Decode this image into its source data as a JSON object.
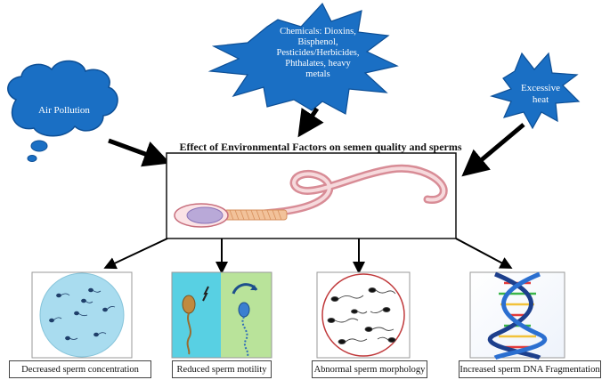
{
  "center": {
    "title": "Effect of Environmental Factors on semen quality and sperms"
  },
  "factors": {
    "air": {
      "label": "Air Pollution",
      "color": "#1a6fc4"
    },
    "chemicals": {
      "lines": [
        "Chemicals: Dioxins,",
        "Bisphenol,",
        "Pesticides/Herbicides,",
        "Phthalates, heavy",
        "metals"
      ],
      "color": "#1a6fc4"
    },
    "heat": {
      "lines": [
        "Excessive",
        "heat"
      ],
      "color": "#1a6fc4"
    }
  },
  "effects": [
    {
      "label": "Decreased sperm concentration"
    },
    {
      "label": "Reduced sperm motility"
    },
    {
      "label": "Abnormal  sperm morphology"
    },
    {
      "label": "Increased sperm DNA Fragmentation"
    }
  ]
}
